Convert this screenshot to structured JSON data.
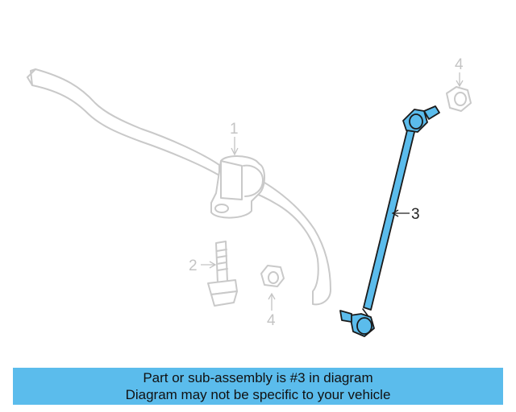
{
  "diagram": {
    "callouts": [
      {
        "id": "1",
        "label": "1"
      },
      {
        "id": "2",
        "label": "2"
      },
      {
        "id": "3",
        "label": "3"
      },
      {
        "id": "4a",
        "label": "4"
      },
      {
        "id": "4b",
        "label": "4"
      }
    ],
    "highlighted_part": "3",
    "colors": {
      "highlight": "#5bbcec",
      "ghost": "#c9c9c9",
      "outline": "#1a1a1a"
    }
  },
  "banner": {
    "line1": "Part or sub-assembly is #3 in diagram",
    "line2": "Diagram may not be specific to your vehicle"
  }
}
